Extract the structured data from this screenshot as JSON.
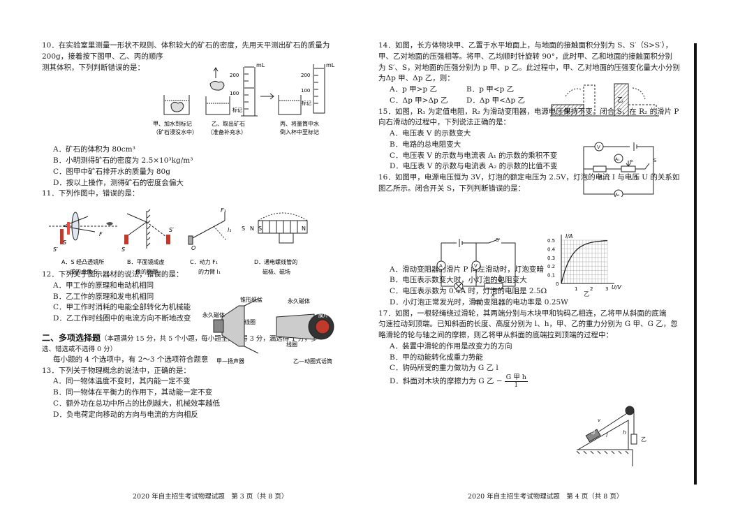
{
  "q10": {
    "stem1": "10．在实验室里测量一形状不规则、体积较大的矿石的密度，先用天平测出矿石的质量为",
    "stem2": "200g，接着按下图甲、乙、丙的顺序",
    "stem3": "测其体积，下列判断错误的是：",
    "fig_unit": "mL",
    "fig_tick_200": "200",
    "fig_tick_100": "100",
    "fig_mark": "标记",
    "cap_jia1": "甲、加水到标记",
    "cap_jia2": "（矿石浸没水中）",
    "cap_yi1": "乙、取出矿石",
    "cap_yi2": "（准备补充水）",
    "cap_bing1": "丙、将量筒中水",
    "cap_bing2": "倒入杯中至标记",
    "optA": "A．矿石的体积为 80cm³",
    "optB": "B．小明测得矿石的密度为 2.5×10³kg/m³",
    "optC": "C．图甲中矿石排开水的质量为 80g",
    "optD": "D．按以上操作，测得矿石的密度会偏大"
  },
  "q11": {
    "stem": "11．下列作图中，错误的是：",
    "capA1": "A．S 经凸透镜所",
    "capA2": "成的虚像 S′",
    "capB1": "B．平面镜成虚",
    "capB2": "像的原理",
    "capC1": "C．动力 F₁",
    "capC2": "的力臂 l₁",
    "capD1": "D．通电螺线管的",
    "capD2": "磁极、磁场",
    "lbl_F": "F",
    "lbl_S": "S",
    "lbl_Sp": "S′",
    "lbl_F1": "F₁",
    "lbl_l1": "l₁",
    "lbl_O": "O",
    "lbl_N": "N"
  },
  "q12": {
    "stem": "12．下列关于图示器材的说法，错误的是：",
    "optA": "A．甲工作的原理和电动机相同",
    "optB": "B．乙工作的原理和发电机相同",
    "optC": "C．甲工作时消耗的电能全部转化为机械能",
    "optD": "D．乙工作时线圈中的电流方向不断地改变",
    "lbl_magnet": "永久磁体",
    "lbl_cone": "锥形纸盆",
    "lbl_coil": "线圈",
    "lbl_magnet2": "永久磁体",
    "lbl_coil2": "线圈",
    "lbl_diaphragm": "膜片",
    "cap_jia": "甲—扬声器",
    "cap_yi": "乙—动圈式话筒"
  },
  "sec2": {
    "title": "二、多项选择题",
    "note1": "（本题满分 15 分，共 5 个小题，每小题全选对得 3 分，漏选得 1 分，多",
    "note2": "选、错选或不选得 0 分）",
    "hint": "每小题的 4 个选项中，有 2～3 个选项符合题意"
  },
  "q13": {
    "stem": "13．下列关于物理概念的说法中，正确的是：",
    "optA": "A．同一物体温度不变时，其内能一定不变",
    "optB": "B．同一物体在平衡力的作用下，其动能一定不变",
    "optC": "C．额外功在总功中所占的比例越大，机械效率越低",
    "optD": "D．负电荷定向移动的方向与电流的方向相反"
  },
  "q14": {
    "stem1": "14．如图，长方体物块甲、乙置于水平地面上，与地面的接触面积分别为 S、S′（S>S′），",
    "stem2": "甲、乙对地面的压强相等。将甲、乙均顺时针旋转 90°，此时甲、乙和地面的接触面积分别",
    "stem3": "为 S′、S，对地面的压强分别为 p 甲、p 乙。此过程中，甲、乙对地面的压强变化量大小分别",
    "stem4": "为Δp 甲、Δp 乙，则：",
    "optA": "A．p 甲>p 乙",
    "optB": "B．p 甲<p 乙",
    "optC": "C．Δp 甲>Δp 乙",
    "optD": "D．Δp 甲<Δp 乙",
    "lbl_jia": "甲",
    "lbl_yi": "乙"
  },
  "q15": {
    "stem1": "15．如图，R₁ 为定值电阻，R₂ 为滑动变阻器，电源电压保持不变。闭合 S，在 R₂ 的滑片 P",
    "stem2": "向右滑动的过程中，下列说法正确的是：",
    "optA": "A．电压表 V 的示数变大",
    "optB": "B．电路的总电阻变大",
    "optC": "C．电压表 V 的示数与电流表 A₁ 的示数的乘积不变",
    "optD": "D．电压表 V 的示数与电流表 A₂ 的示数的比值不变",
    "lbl_V": "V",
    "lbl_A1": "A₁",
    "lbl_A2": "A₂",
    "lbl_R1": "R₁",
    "lbl_R2": "R₂",
    "lbl_P": "P",
    "lbl_S": "S"
  },
  "q16": {
    "stem1": "16．如图甲，电源电压恒为 3V，灯泡的额定电压为 2.5V，灯泡的电流 I 与电压 U 的关系如",
    "stem2": "图乙所示。闭合开关 S，下列判断错误的是：",
    "optA": "A．滑动变阻器的滑片 P 向左滑动时，灯泡变暗",
    "optB": "B．电压表示数变大时，小灯泡的电阻变大",
    "optC": "C．电压表示数为 0.4A 时，灯泡的电阻是 2.5Ω",
    "optD": "D．小灯泡正常发光时，滑动变阻器的电功率是 0.25W",
    "lbl_A": "A",
    "lbl_V": "V",
    "lbl_S": "S",
    "lbl_R": "R",
    "cap_jia": "甲",
    "cap_yi": "乙",
    "chart": {
      "ylabel": "I/A",
      "xlabel": "U/V",
      "yticks": [
        "0.5",
        "0.4",
        "0.3",
        "0.2",
        "0.1",
        "0"
      ],
      "xticks": [
        "1",
        "2",
        "3"
      ]
    }
  },
  "q17": {
    "stem1": "17．如图，一根轻绳绕过滑轮，其两端分别与木块甲和钩码乙相连，乙将甲从斜面的底端",
    "stem2": "匀速拉动到顶端。已知斜面的长度、高度分别为 l、h，甲、乙的重力分别为 G 甲、G 乙，忽",
    "stem3": "略滑轮的轮与轴之间的摩擦，则乙将甲从斜面的底端拉到顶端的过程中：",
    "optA": "A．装置中滑轮的作用是改变力的方向",
    "optB": "B．甲的动能转化成重力势能",
    "optC": "C．钩码所受的重力做功为 G 乙 l",
    "optD1": "D．斜面对木块的摩擦力为 G 乙 −",
    "optD_num": "G 甲 h",
    "optD_den": "l",
    "lbl_v": "v",
    "lbl_jia": "甲",
    "lbl_yi": "乙",
    "lbl_l": "l",
    "lbl_h": "h"
  },
  "footer": {
    "left": "2020 年自主招生考试物理试题　第 3 页（共 8 页）",
    "right": "2020 年自主招生考试物理试题　第 4 页（共 8 页）"
  }
}
